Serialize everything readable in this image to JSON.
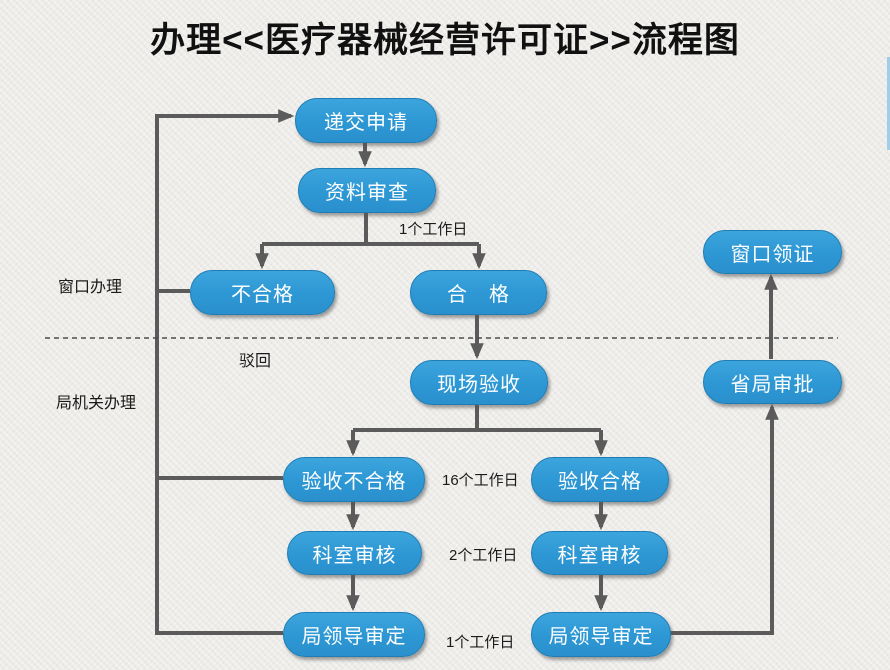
{
  "title": "办理<<医疗器械经营许可证>>流程图",
  "lanes": {
    "window": "窗口办理",
    "bureau": "局机关办理"
  },
  "nodes": {
    "submit": "递交申请",
    "review": "资料审查",
    "fail": "不合格",
    "pass": "合　格",
    "site_check": "现场验收",
    "site_fail": "验收不合格",
    "site_pass": "验收合格",
    "dept_left": "科室审核",
    "dept_right": "科室审核",
    "leader_left": "局领导审定",
    "leader_right": "局领导审定",
    "provincial": "省局审批",
    "collect": "窗口领证"
  },
  "labels": {
    "review_days": "1个工作日",
    "reject": "驳回",
    "site_days": "16个工作日",
    "dept_days": "2个工作日",
    "leader_days": "1个工作日"
  },
  "colors": {
    "node_fill": "#2D97D4",
    "node_border": "#1F7DB4",
    "node_text": "#FFFFFF",
    "arrow": "#5B5B5B",
    "label_text": "#1B1B1B",
    "background": "#EDECE9"
  }
}
